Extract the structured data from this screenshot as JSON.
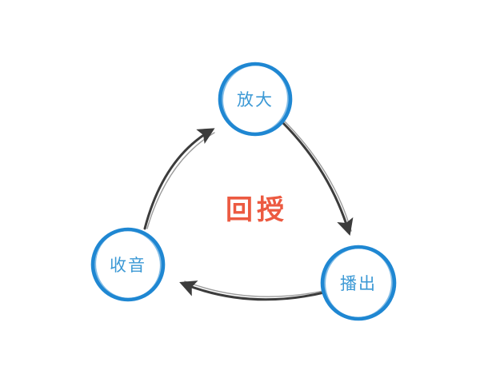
{
  "diagram": {
    "center_label": "回授",
    "nodes": [
      {
        "label": "放大"
      },
      {
        "label": "收音"
      },
      {
        "label": "播出"
      }
    ],
    "arrows": [
      {
        "name": "amplify-to-broadcast"
      },
      {
        "name": "broadcast-to-pickup"
      },
      {
        "name": "pickup-to-amplify"
      }
    ],
    "colors": {
      "circle_stroke": "#1f87d2",
      "node_label": "#3c99d5",
      "center_label": "#ec5a41",
      "arrow": "#3c3c3c",
      "background": "#ffffff"
    }
  }
}
